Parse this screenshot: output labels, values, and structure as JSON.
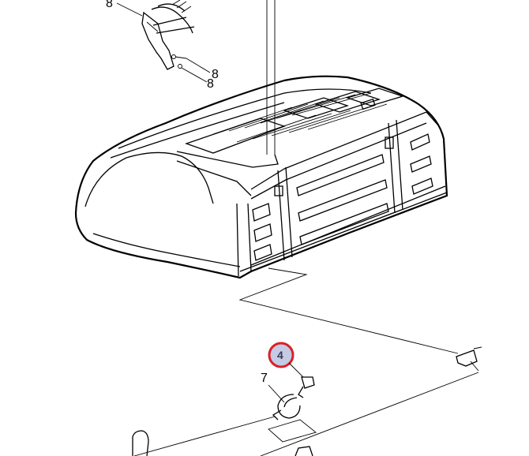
{
  "diagram": {
    "labels": {
      "top_partial": "8",
      "bracket_a": "8",
      "bracket_b": "8",
      "part_seven": "7",
      "highlighted": "4"
    },
    "colors": {
      "callout_ring": "#d8202a",
      "callout_fill": "#c4cbe2",
      "line": "#000000",
      "background": "#ffffff"
    }
  }
}
